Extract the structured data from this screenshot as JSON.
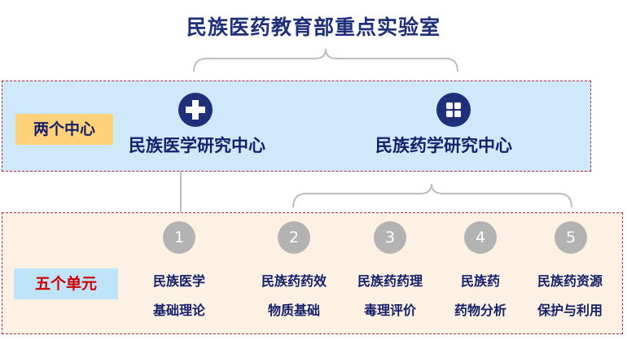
{
  "title": "民族医药教育部重点实验室",
  "centers_label": "两个中心",
  "units_label": "五个单元",
  "centers": [
    {
      "name": "民族医学研究中心",
      "icon": "plus-icon"
    },
    {
      "name": "民族药学研究中心",
      "icon": "grid-icon"
    }
  ],
  "units": [
    {
      "number": "1",
      "line1": "民族医学",
      "line2": "基础理论"
    },
    {
      "number": "2",
      "line1": "民族药药效",
      "line2": "物质基础"
    },
    {
      "number": "3",
      "line1": "民族药药理",
      "line2": "毒理评价"
    },
    {
      "number": "4",
      "line1": "民族药",
      "line2": "药物分析"
    },
    {
      "number": "5",
      "line1": "民族药资源",
      "line2": "保护与利用"
    }
  ],
  "colors": {
    "title": "#1f2f7a",
    "centers_panel": "#cfe8fa",
    "units_panel": "#fdf1e4",
    "border": "#b22e3a",
    "circle": "#b3b3b3"
  }
}
